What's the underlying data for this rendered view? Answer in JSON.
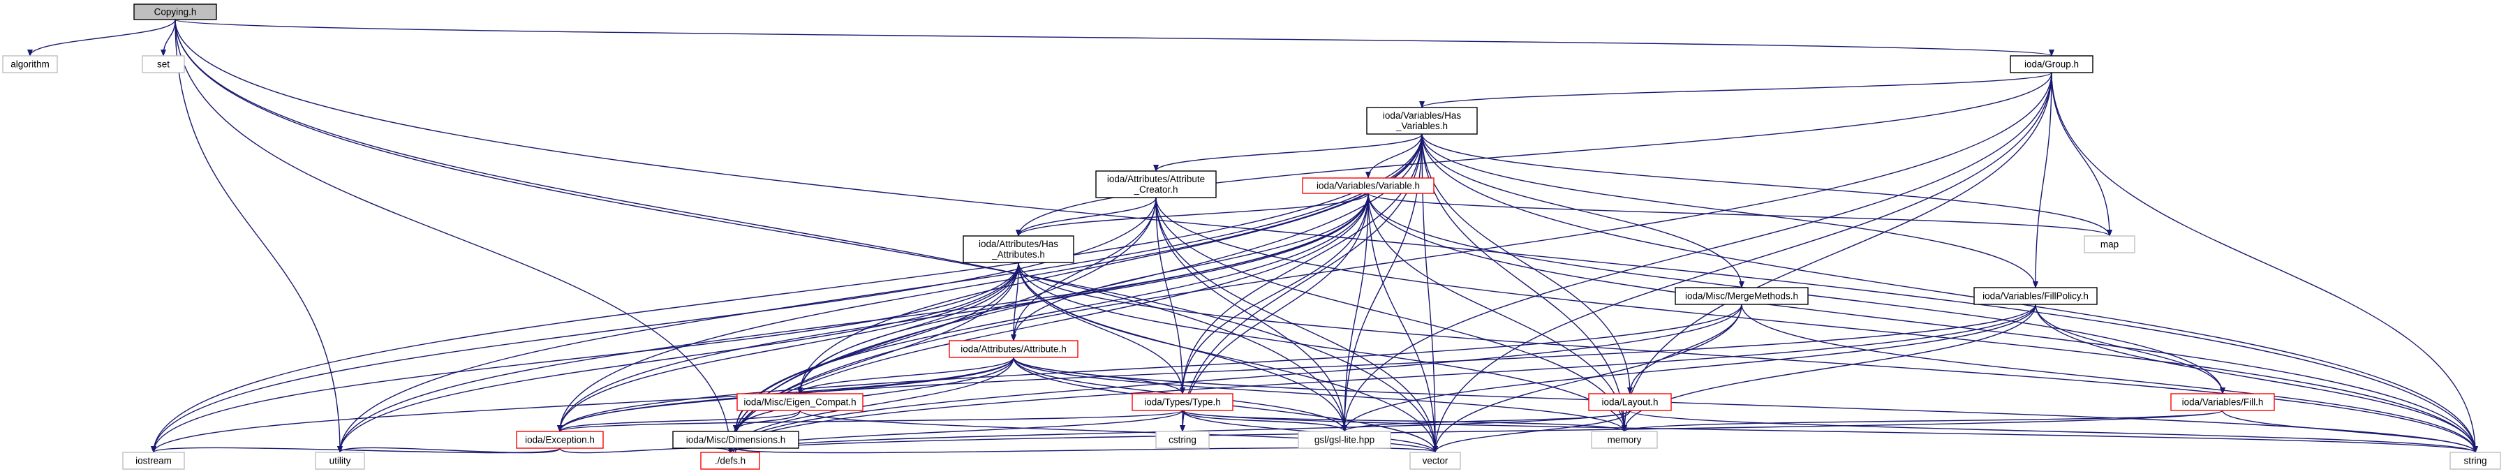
{
  "colors": {
    "edge": "#191970",
    "root_fill": "#bfbfbf",
    "root_border": "#000000",
    "documented_border": "#000000",
    "truncated_border": "#ff0000",
    "external_border": "#bfbfbf",
    "external_text": "#000000"
  },
  "nodes": [
    {
      "id": "copying",
      "lines": [
        "Copying.h"
      ],
      "kind": "root"
    },
    {
      "id": "algorithm",
      "lines": [
        "algorithm"
      ],
      "kind": "external"
    },
    {
      "id": "set",
      "lines": [
        "set"
      ],
      "kind": "external"
    },
    {
      "id": "group",
      "lines": [
        "ioda/Group.h"
      ],
      "kind": "documented"
    },
    {
      "id": "has_variables",
      "lines": [
        "ioda/Variables/Has",
        "_Variables.h"
      ],
      "kind": "documented"
    },
    {
      "id": "attr_creator",
      "lines": [
        "ioda/Attributes/Attribute",
        "_Creator.h"
      ],
      "kind": "documented"
    },
    {
      "id": "variable",
      "lines": [
        "ioda/Variables/Variable.h"
      ],
      "kind": "truncated"
    },
    {
      "id": "has_attributes",
      "lines": [
        "ioda/Attributes/Has",
        "_Attributes.h"
      ],
      "kind": "documented"
    },
    {
      "id": "map",
      "lines": [
        "map"
      ],
      "kind": "external"
    },
    {
      "id": "merge_methods",
      "lines": [
        "ioda/Misc/MergeMethods.h"
      ],
      "kind": "documented"
    },
    {
      "id": "fill_policy",
      "lines": [
        "ioda/Variables/FillPolicy.h"
      ],
      "kind": "documented"
    },
    {
      "id": "attribute",
      "lines": [
        "ioda/Attributes/Attribute.h"
      ],
      "kind": "truncated"
    },
    {
      "id": "eigen_compat",
      "lines": [
        "ioda/Misc/Eigen_Compat.h"
      ],
      "kind": "truncated"
    },
    {
      "id": "types_type",
      "lines": [
        "ioda/Types/Type.h"
      ],
      "kind": "truncated"
    },
    {
      "id": "layout",
      "lines": [
        "ioda/Layout.h"
      ],
      "kind": "truncated"
    },
    {
      "id": "var_fill",
      "lines": [
        "ioda/Variables/Fill.h"
      ],
      "kind": "truncated"
    },
    {
      "id": "exception",
      "lines": [
        "ioda/Exception.h"
      ],
      "kind": "truncated"
    },
    {
      "id": "dimensions",
      "lines": [
        "ioda/Misc/Dimensions.h"
      ],
      "kind": "documented"
    },
    {
      "id": "cstring",
      "lines": [
        "cstring"
      ],
      "kind": "external"
    },
    {
      "id": "gsl",
      "lines": [
        "gsl/gsl-lite.hpp"
      ],
      "kind": "external"
    },
    {
      "id": "memory",
      "lines": [
        "memory"
      ],
      "kind": "external"
    },
    {
      "id": "iostream",
      "lines": [
        "iostream"
      ],
      "kind": "external"
    },
    {
      "id": "utility",
      "lines": [
        "utility"
      ],
      "kind": "external"
    },
    {
      "id": "defs",
      "lines": [
        "./defs.h"
      ],
      "kind": "truncated"
    },
    {
      "id": "vector",
      "lines": [
        "vector"
      ],
      "kind": "external"
    },
    {
      "id": "string",
      "lines": [
        "string"
      ],
      "kind": "external"
    }
  ],
  "edges": [
    [
      "copying",
      "algorithm"
    ],
    [
      "copying",
      "set"
    ],
    [
      "copying",
      "group"
    ],
    [
      "copying",
      "gsl"
    ],
    [
      "copying",
      "utility"
    ],
    [
      "copying",
      "defs"
    ],
    [
      "copying",
      "vector"
    ],
    [
      "copying",
      "string"
    ],
    [
      "group",
      "has_variables"
    ],
    [
      "group",
      "has_attributes"
    ],
    [
      "group",
      "map"
    ],
    [
      "group",
      "fill_policy"
    ],
    [
      "group",
      "gsl"
    ],
    [
      "group",
      "memory"
    ],
    [
      "group",
      "defs"
    ],
    [
      "group",
      "vector"
    ],
    [
      "group",
      "string"
    ],
    [
      "has_variables",
      "attr_creator"
    ],
    [
      "has_variables",
      "variable"
    ],
    [
      "has_variables",
      "merge_methods"
    ],
    [
      "has_variables",
      "fill_policy"
    ],
    [
      "has_variables",
      "types_type"
    ],
    [
      "has_variables",
      "layout"
    ],
    [
      "has_variables",
      "eigen_compat"
    ],
    [
      "has_variables",
      "exception"
    ],
    [
      "has_variables",
      "gsl"
    ],
    [
      "has_variables",
      "cstring"
    ],
    [
      "has_variables",
      "memory"
    ],
    [
      "has_variables",
      "map"
    ],
    [
      "has_variables",
      "iostream"
    ],
    [
      "has_variables",
      "utility"
    ],
    [
      "has_variables",
      "defs"
    ],
    [
      "has_variables",
      "vector"
    ],
    [
      "has_variables",
      "string"
    ],
    [
      "attr_creator",
      "has_attributes"
    ],
    [
      "attr_creator",
      "attribute"
    ],
    [
      "attr_creator",
      "types_type"
    ],
    [
      "attr_creator",
      "gsl"
    ],
    [
      "attr_creator",
      "iostream"
    ],
    [
      "attr_creator",
      "memory"
    ],
    [
      "attr_creator",
      "defs"
    ],
    [
      "attr_creator",
      "vector"
    ],
    [
      "attr_creator",
      "string"
    ],
    [
      "variable",
      "has_attributes"
    ],
    [
      "variable",
      "attribute"
    ],
    [
      "variable",
      "types_type"
    ],
    [
      "variable",
      "var_fill"
    ],
    [
      "variable",
      "eigen_compat"
    ],
    [
      "variable",
      "exception"
    ],
    [
      "variable",
      "dimensions"
    ],
    [
      "variable",
      "gsl"
    ],
    [
      "variable",
      "cstring"
    ],
    [
      "variable",
      "memory"
    ],
    [
      "variable",
      "map"
    ],
    [
      "variable",
      "utility"
    ],
    [
      "variable",
      "defs"
    ],
    [
      "variable",
      "vector"
    ],
    [
      "variable",
      "string"
    ],
    [
      "has_attributes",
      "attribute"
    ],
    [
      "has_attributes",
      "eigen_compat"
    ],
    [
      "has_attributes",
      "types_type"
    ],
    [
      "has_attributes",
      "exception"
    ],
    [
      "has_attributes",
      "dimensions"
    ],
    [
      "has_attributes",
      "gsl"
    ],
    [
      "has_attributes",
      "memory"
    ],
    [
      "has_attributes",
      "iostream"
    ],
    [
      "has_attributes",
      "utility"
    ],
    [
      "has_attributes",
      "defs"
    ],
    [
      "has_attributes",
      "vector"
    ],
    [
      "has_attributes",
      "string"
    ],
    [
      "merge_methods",
      "layout"
    ],
    [
      "merge_methods",
      "exception"
    ],
    [
      "merge_methods",
      "defs"
    ],
    [
      "merge_methods",
      "vector"
    ],
    [
      "merge_methods",
      "string"
    ],
    [
      "fill_policy",
      "var_fill"
    ],
    [
      "fill_policy",
      "exception"
    ],
    [
      "fill_policy",
      "gsl"
    ],
    [
      "fill_policy",
      "memory"
    ],
    [
      "fill_policy",
      "defs"
    ],
    [
      "fill_policy",
      "string"
    ],
    [
      "attribute",
      "eigen_compat"
    ],
    [
      "attribute",
      "types_type"
    ],
    [
      "attribute",
      "exception"
    ],
    [
      "attribute",
      "dimensions"
    ],
    [
      "attribute",
      "gsl"
    ],
    [
      "attribute",
      "memory"
    ],
    [
      "attribute",
      "iostream"
    ],
    [
      "attribute",
      "defs"
    ],
    [
      "attribute",
      "vector"
    ],
    [
      "attribute",
      "string"
    ],
    [
      "eigen_compat",
      "dimensions"
    ],
    [
      "eigen_compat",
      "exception"
    ],
    [
      "eigen_compat",
      "vector"
    ],
    [
      "types_type",
      "exception"
    ],
    [
      "types_type",
      "cstring"
    ],
    [
      "types_type",
      "gsl"
    ],
    [
      "types_type",
      "memory"
    ],
    [
      "types_type",
      "defs"
    ],
    [
      "types_type",
      "vector"
    ],
    [
      "types_type",
      "string"
    ],
    [
      "layout",
      "gsl"
    ],
    [
      "layout",
      "defs"
    ],
    [
      "layout",
      "vector"
    ],
    [
      "layout",
      "string"
    ],
    [
      "var_fill",
      "memory"
    ],
    [
      "var_fill",
      "defs"
    ],
    [
      "var_fill",
      "string"
    ],
    [
      "exception",
      "iostream"
    ],
    [
      "exception",
      "utility"
    ],
    [
      "exception",
      "defs"
    ],
    [
      "dimensions",
      "defs"
    ],
    [
      "dimensions",
      "vector"
    ]
  ]
}
